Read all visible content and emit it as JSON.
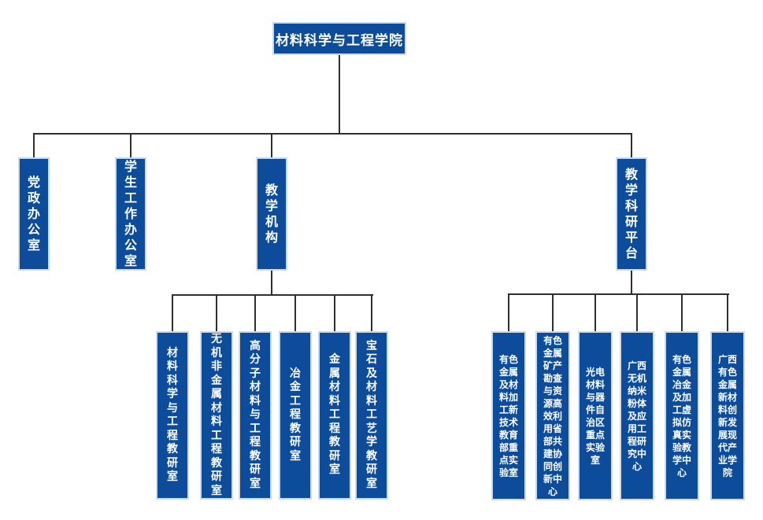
{
  "colors": {
    "background": "#ffffff",
    "box_fill": "#0d4c9b",
    "box_border": "#c9daec",
    "text": "#ffffff",
    "line": "#2f2f2f"
  },
  "root": {
    "label": "材料科学与工程学院"
  },
  "level2": [
    {
      "label": "党政办公室"
    },
    {
      "label": "学生工作办公室"
    },
    {
      "label": "教学机构"
    },
    {
      "label": "教学科研平台"
    }
  ],
  "teaching_units": [
    {
      "label": "材料科学与工程教研室"
    },
    {
      "label": "无机非金属材料工程教研室"
    },
    {
      "label": "高分子材料与工程教研室"
    },
    {
      "label": "冶金工程教研室"
    },
    {
      "label": "金属材料工程教研室"
    },
    {
      "label": "宝石及材料工艺学教研室"
    }
  ],
  "platform_units": [
    {
      "label": "有色金属及材料加工新技术教育部重点实验室"
    },
    {
      "label": "有色金属矿产勘查与资源高效利用省部共建协同创新中心"
    },
    {
      "label": "光电材料与器件自治区重点实验室"
    },
    {
      "label": "广西无机纳米粉体及应用工程研究中心"
    },
    {
      "label": "有色金属冶金及加工虚拟仿真实验教学中心"
    },
    {
      "label": "广西有色金属新材料创新发展现代产业学院"
    }
  ]
}
